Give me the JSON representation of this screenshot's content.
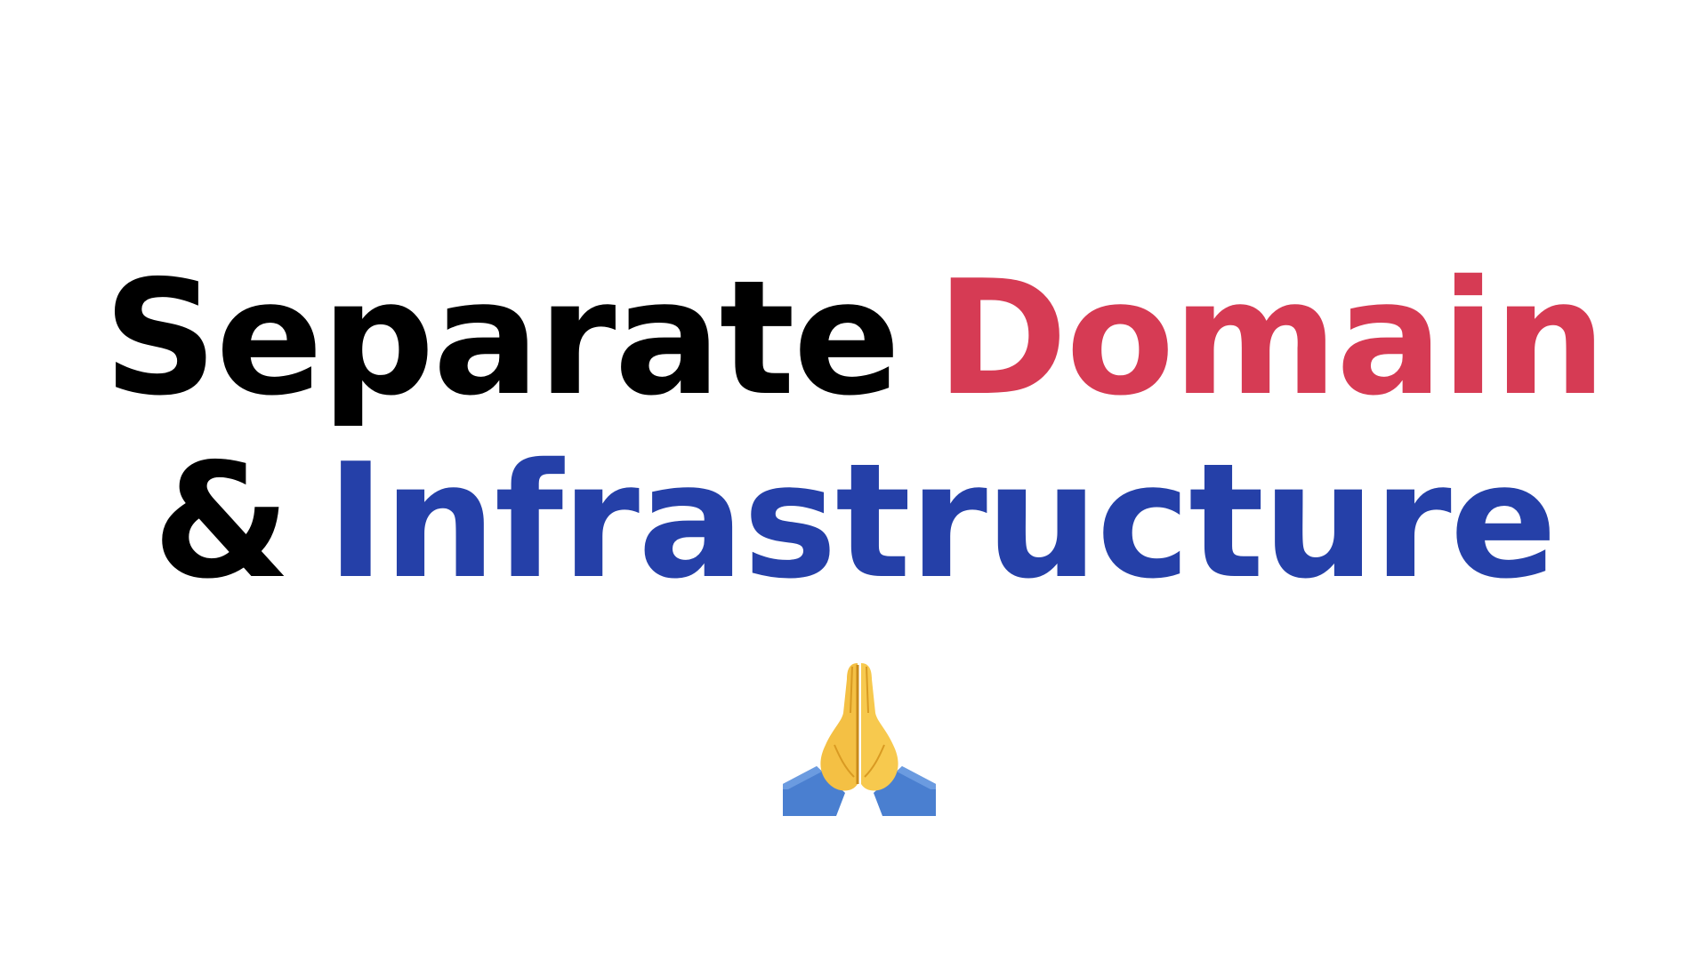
{
  "slide": {
    "line1": {
      "word1": "Separate",
      "word2": "Domain"
    },
    "line2": {
      "word1": "&",
      "word2": "Infrastructure"
    },
    "emoji_icon": "folded-hands-icon"
  },
  "colors": {
    "text_primary": "#000000",
    "accent_red": "#d63b54",
    "accent_blue": "#2540a8",
    "background": "#ffffff"
  }
}
